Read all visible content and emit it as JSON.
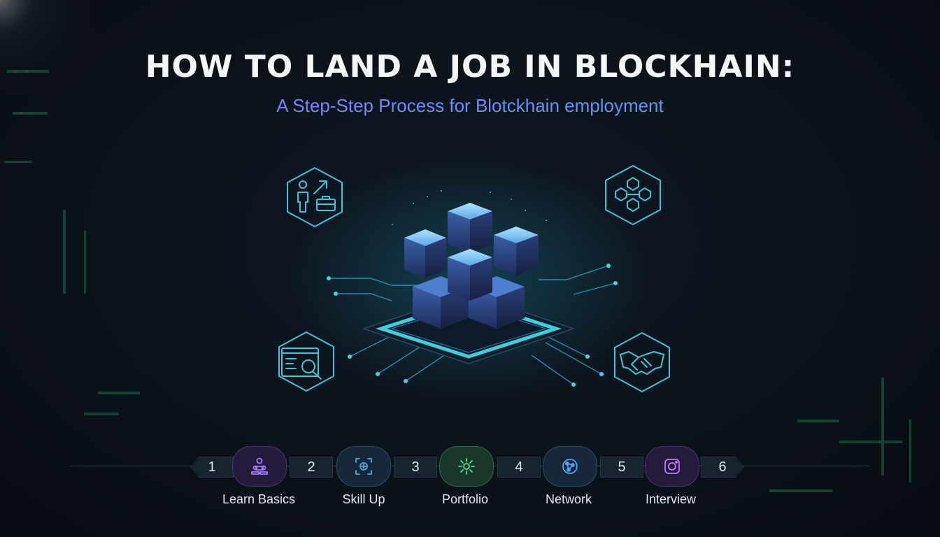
{
  "header": {
    "title": "HOW TO LAND A JOB IN BLOCKHAIN:",
    "subtitle": "A Step-Step Process for Blotckhain employment"
  },
  "illustration": {
    "hex_icons": [
      "person-briefcase-icon",
      "network-nodes-icon",
      "code-search-icon",
      "handshake-icon"
    ],
    "center": "isometric-blockchain-cubes"
  },
  "steps": {
    "numbers": [
      "1",
      "2",
      "3",
      "4",
      "5",
      "6"
    ],
    "items": [
      {
        "label": "Learn Basics",
        "icon": "people-icon",
        "color": "#8a5cf0"
      },
      {
        "label": "Skill Up",
        "icon": "skill-scan-icon",
        "color": "#4a9fd8"
      },
      {
        "label": "Portfolio",
        "icon": "puzzle-gear-icon",
        "color": "#3fcf86"
      },
      {
        "label": "Network",
        "icon": "globe-network-icon",
        "color": "#4a8fe8"
      },
      {
        "label": "Interview",
        "icon": "camera-frame-icon",
        "color": "#b069ec"
      }
    ]
  },
  "colors": {
    "background": "#0b1219",
    "accent_cyan": "#3fd6e8",
    "accent_purple": "#8a5cf0",
    "accent_green": "#3fcf86"
  }
}
